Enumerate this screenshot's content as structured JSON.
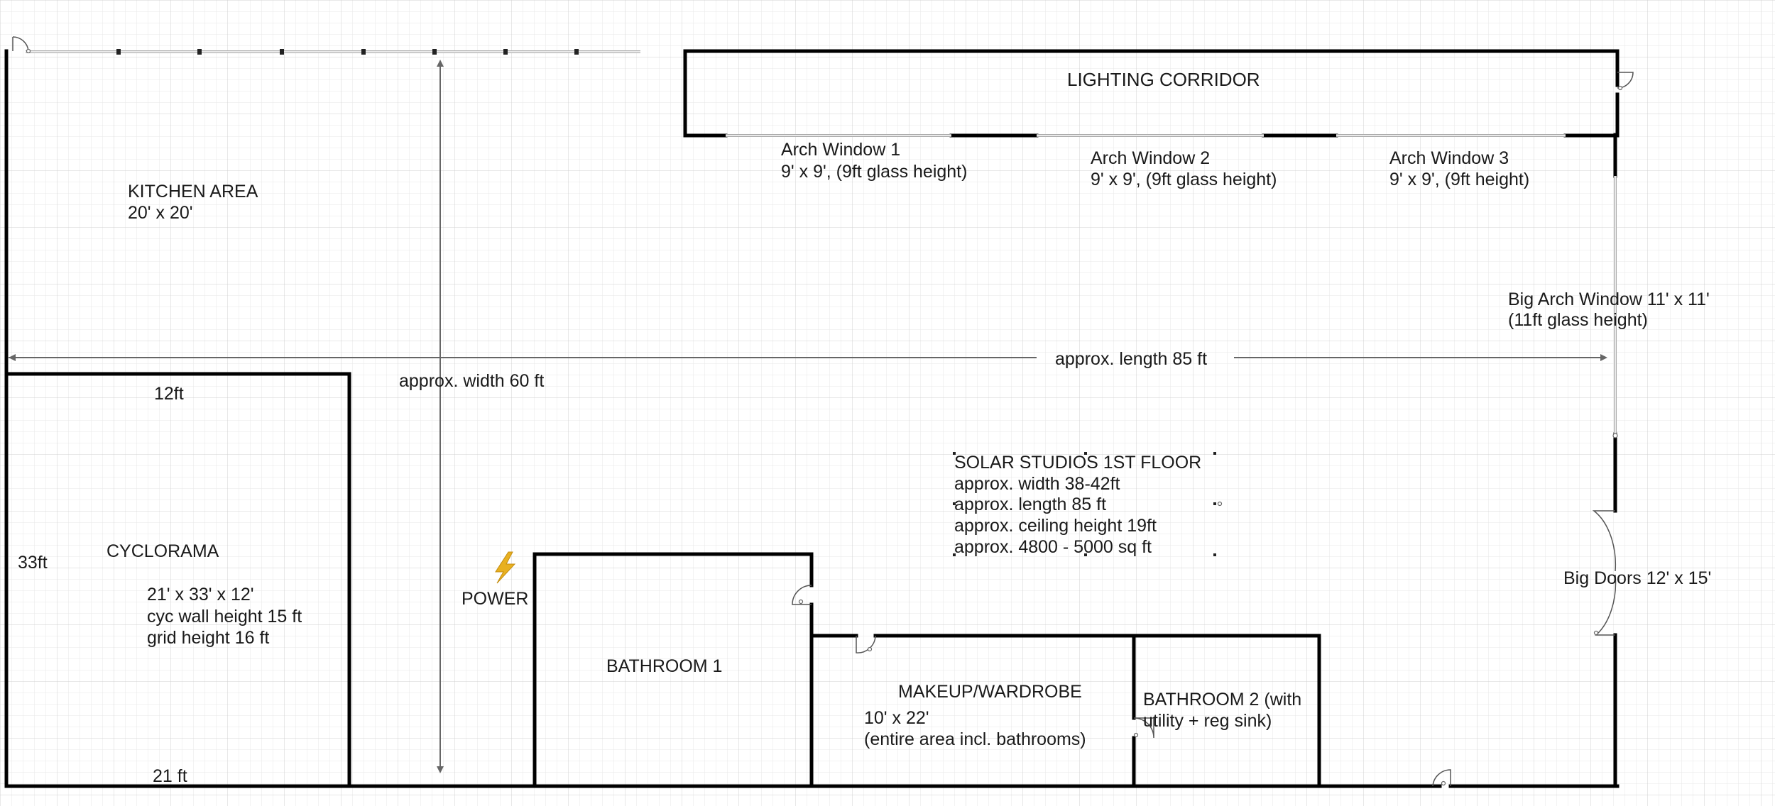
{
  "title": "SOLAR STUDIOS 1ST FLOOR",
  "colors": {
    "grid_minor": "#e6e6e6",
    "grid_major": "#cfcfcf",
    "wall": "#000000",
    "power": "#e8b020"
  },
  "icons": {
    "power": "lightning-bolt-icon"
  },
  "rooms": {
    "kitchen": {
      "name": "KITCHEN AREA",
      "size": "20' x 20'"
    },
    "lighting_corridor": {
      "name": "LIGHTING CORRIDOR"
    },
    "cyclorama": {
      "name": "CYCLORAMA",
      "line1": "21' x 33' x 12'",
      "line2": "cyc wall height 15 ft",
      "line3": "grid height 16 ft",
      "dim_top": "12ft",
      "dim_side": "33ft",
      "dim_bottom": "21 ft"
    },
    "bathroom1": {
      "name": "BATHROOM 1"
    },
    "makeup": {
      "name": "MAKEUP/WARDROBE",
      "line1": "10' x  22'",
      "line2": "(entire area incl. bathrooms)"
    },
    "bathroom2": {
      "line1": "BATHROOM 2 (with",
      "line2": "utility + reg sink)"
    }
  },
  "windows": [
    {
      "name": "Arch Window 1",
      "detail": "9' x 9', (9ft glass height)"
    },
    {
      "name": "Arch Window 2",
      "detail": "9' x 9', (9ft glass height)"
    },
    {
      "name": "Arch Window 3",
      "detail": "9' x 9', (9ft height)"
    }
  ],
  "big_window": {
    "line1": "Big Arch Window 11' x 11'",
    "line2": "(11ft glass height)"
  },
  "big_doors": "Big Doors 12' x 15'",
  "dimensions": {
    "length": "approx. length 85 ft",
    "width": "approx. width 60 ft"
  },
  "power_label": "POWER",
  "studio_info": {
    "title": "SOLAR STUDIOS 1ST FLOOR",
    "width": "approx. width 38-42ft",
    "length": "approx. length 85 ft",
    "ceiling": "approx. ceiling height 19ft",
    "area": "approx. 4800 - 5000 sq ft"
  }
}
